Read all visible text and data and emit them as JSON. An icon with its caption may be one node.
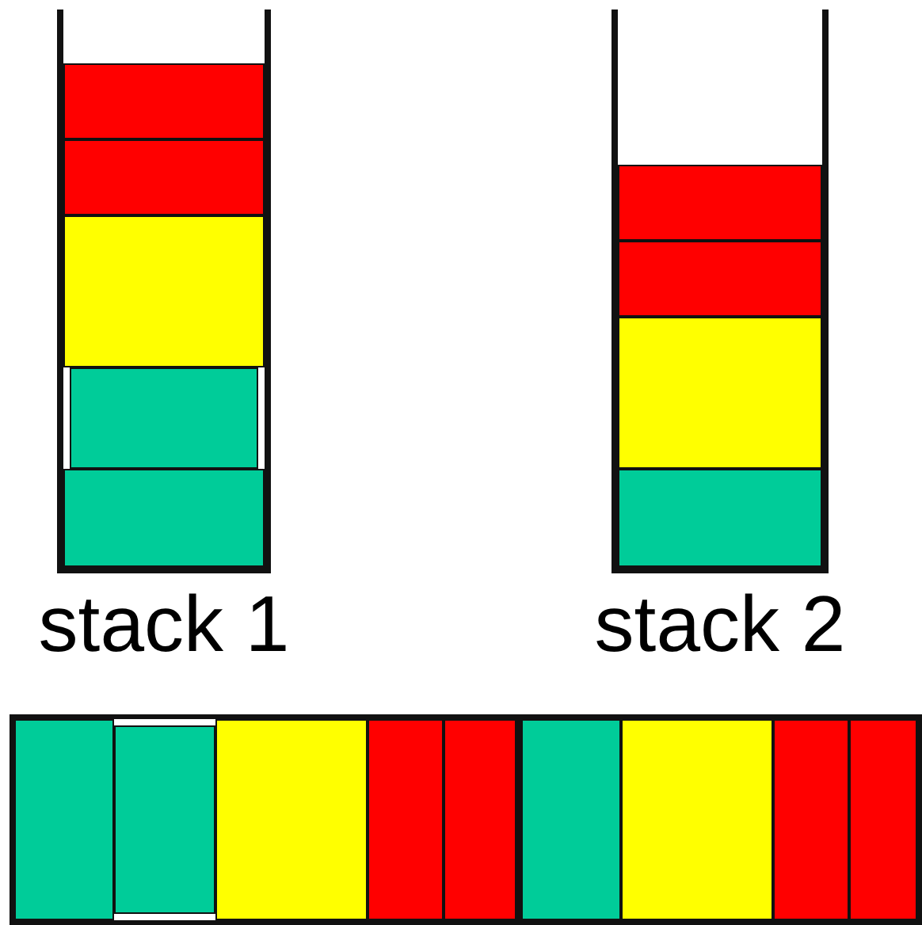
{
  "diagram": {
    "nodes": [
      {
        "text": [],
        "shape": "box",
        "beside": [
          "stack 1"
        ]
      },
      {
        "text": [],
        "shape": "box",
        "in": 0
      },
      {
        "text": [],
        "shape": "box",
        "in": 0
      },
      {
        "text": [],
        "shape": "box",
        "in": 0
      },
      {
        "text": [],
        "shape": "box",
        "in": 0
      },
      {
        "text": [],
        "shape": "box",
        "in": 0
      },
      {
        "text": [],
        "shape": "box",
        "beside": [
          "stack 2"
        ]
      },
      {
        "text": [],
        "shape": "box",
        "in": 6
      },
      {
        "text": [],
        "shape": "box",
        "in": 6
      },
      {
        "text": [],
        "shape": "box",
        "in": 6
      },
      {
        "text": [],
        "shape": "box",
        "in": 6
      },
      {
        "text": [],
        "shape": "box"
      },
      {
        "text": [],
        "shape": "box",
        "in": 11
      },
      {
        "text": [],
        "shape": "box",
        "in": 11
      },
      {
        "text": [],
        "shape": "box",
        "in": 11
      },
      {
        "text": [],
        "shape": "box",
        "in": 11
      },
      {
        "text": [],
        "shape": "box",
        "in": 11
      },
      {
        "text": [],
        "shape": "box",
        "in": 11
      },
      {
        "text": [],
        "shape": "box",
        "in": 11
      },
      {
        "text": [],
        "shape": "box",
        "in": 11
      },
      {
        "text": [],
        "shape": "box",
        "in": 11
      }
    ]
  }
}
